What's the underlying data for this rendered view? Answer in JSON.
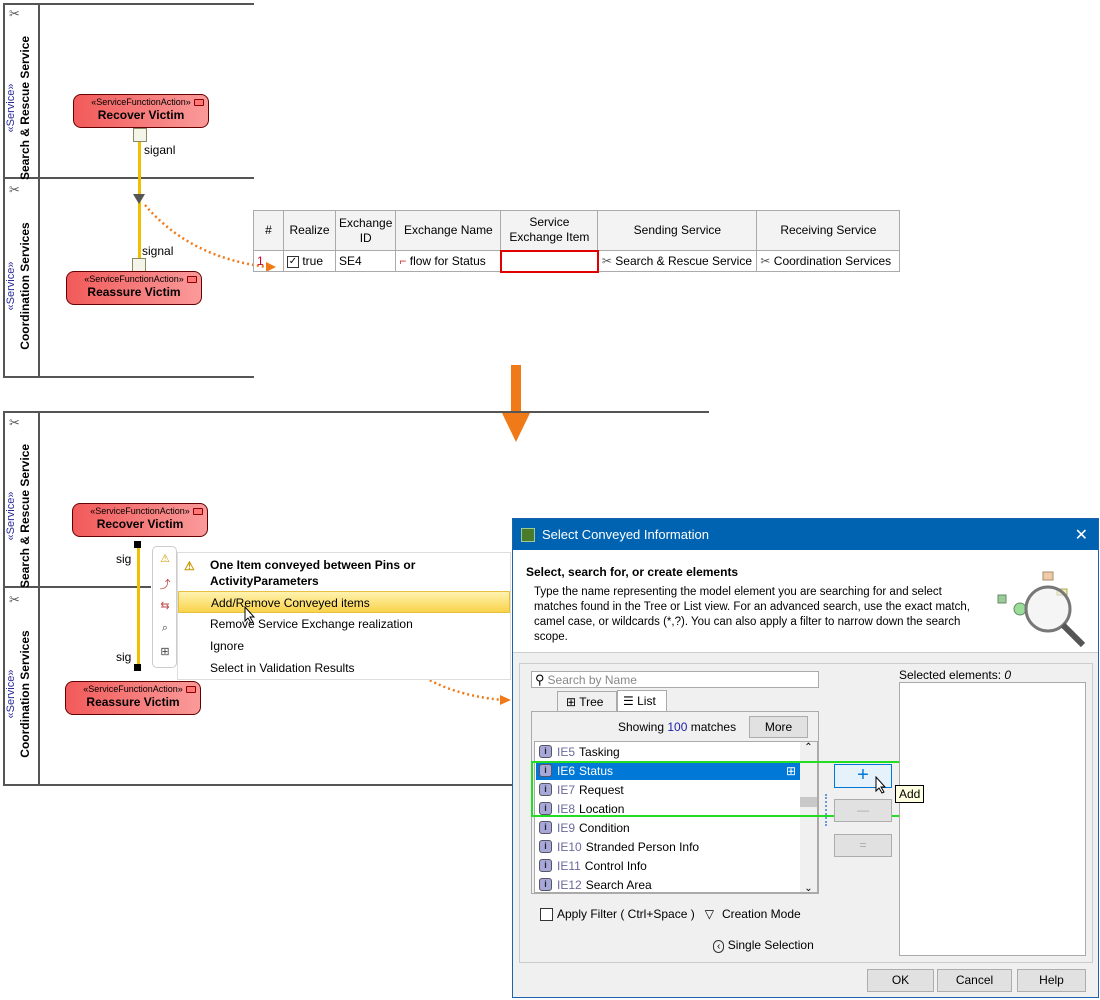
{
  "top_diagram": {
    "lanes": [
      {
        "stereotype": "«Service»",
        "name": "Search & Rescue Service"
      },
      {
        "stereotype": "«Service»",
        "name": "Coordination Services"
      }
    ],
    "nodes": [
      {
        "stereotype": "«ServiceFunctionAction»",
        "name": "Recover Victim"
      },
      {
        "stereotype": "«ServiceFunctionAction»",
        "name": "Reassure Victim"
      }
    ],
    "pin_labels": [
      "siganl",
      "signal"
    ]
  },
  "table": {
    "headers": [
      "#",
      "Realize",
      "Exchange ID",
      "Exchange Name",
      "Service Exchange Item",
      "Sending Service",
      "Receiving Service"
    ],
    "rows": [
      {
        "num": "1",
        "realize": "true",
        "realize_checked": true,
        "exchange_id": "SE4",
        "exchange_name": "flow for Status",
        "service_exchange_item": "",
        "sending_service": "Search & Rescue Service",
        "receiving_service": "Coordination Services"
      }
    ]
  },
  "bottom_diagram": {
    "lanes": [
      {
        "stereotype": "«Service»",
        "name": "Search & Rescue Service"
      },
      {
        "stereotype": "«Service»",
        "name": "Coordination Services"
      }
    ],
    "nodes": [
      {
        "stereotype": "«ServiceFunctionAction»",
        "name": "Recover Victim"
      },
      {
        "stereotype": "«ServiceFunctionAction»",
        "name": "Reassure Victim"
      }
    ],
    "pin_labels": [
      "sig",
      "sig"
    ]
  },
  "context_menu": {
    "header": "One Item conveyed between Pins or ActivityParameters",
    "items": [
      "Add/Remove Conveyed items",
      "Remove Service Exchange realization",
      "Ignore",
      "Select in Validation Results"
    ],
    "highlighted": "Add/Remove Conveyed items"
  },
  "dialog": {
    "title": "Select Conveyed Information",
    "heading": "Select, search for, or create elements",
    "description": "Type the name representing the model element you are searching for and select matches found in the Tree or List view. For an advanced search, use the exact match, camel case, or wildcards (*,?). You can also apply a filter to narrow down the search scope.",
    "search_placeholder": "Search by Name",
    "tabs": [
      "Tree",
      "List"
    ],
    "active_tab": "List",
    "showing_prefix": "Showing",
    "showing_count": "100",
    "showing_suffix": "matches",
    "more_label": "More",
    "list": [
      {
        "id": "IE5",
        "name": "Tasking"
      },
      {
        "id": "IE6",
        "name": "Status",
        "selected": true
      },
      {
        "id": "IE7",
        "name": "Request"
      },
      {
        "id": "IE8",
        "name": "Location"
      },
      {
        "id": "IE9",
        "name": "Condition"
      },
      {
        "id": "IE10",
        "name": "Stranded Person Info"
      },
      {
        "id": "IE11",
        "name": "Control Info"
      },
      {
        "id": "IE12",
        "name": "Search Area"
      }
    ],
    "selected_label": "Selected elements:",
    "selected_count": "0",
    "add_tooltip": "Add",
    "apply_filter_label": "Apply Filter ( Ctrl+Space )",
    "creation_mode_label": "Creation Mode",
    "single_selection_label": "Single Selection",
    "ok_label": "OK",
    "cancel_label": "Cancel",
    "help_label": "Help"
  },
  "colors": {
    "accent_orange": "#f07a18",
    "title_blue": "#0063b1",
    "highlight_green": "#22dd22",
    "error_red": "#e00000"
  }
}
